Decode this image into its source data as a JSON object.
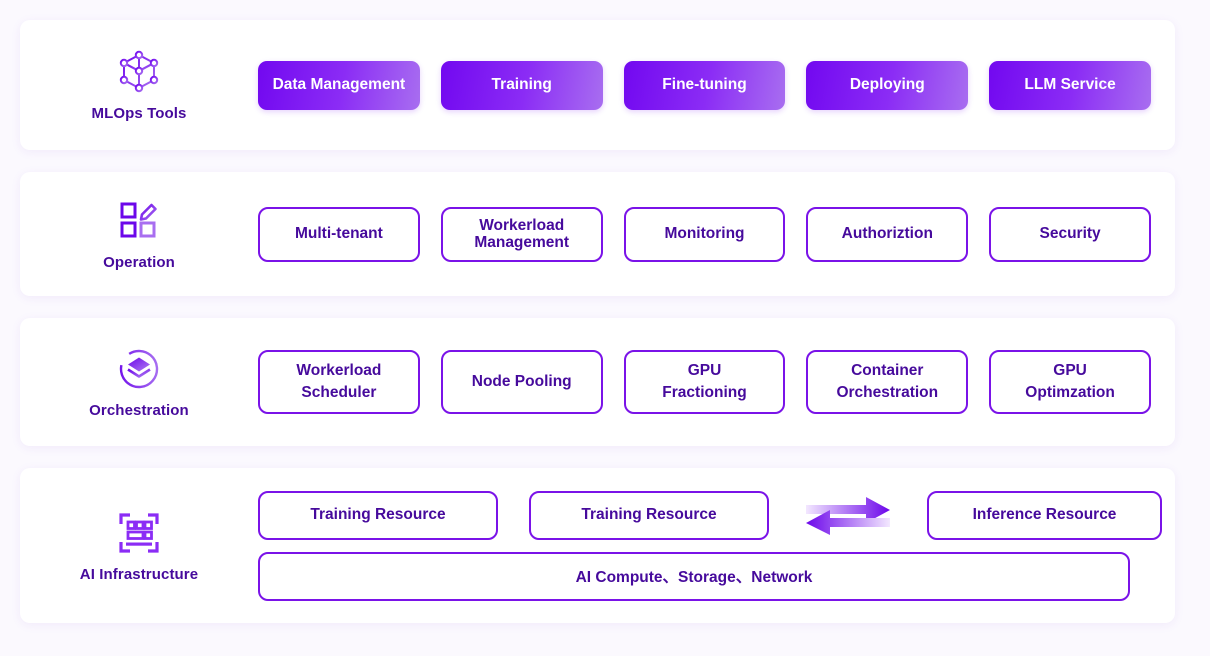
{
  "theme": {
    "page_background": "#fbf9fe",
    "card_background": "#ffffff",
    "accent_purple": "#7a13e8",
    "accent_deep": "#460a9c",
    "gradient_start": "#7208f0",
    "gradient_end": "#a86ef0",
    "chip_text_light": "#ffffff"
  },
  "rows": [
    {
      "id": "mlops",
      "icon_name": "network-cube-icon",
      "label": "MLOps Tools",
      "style": "gradient",
      "chips": [
        {
          "label": "Data Management"
        },
        {
          "label": "Training"
        },
        {
          "label": "Fine-tuning"
        },
        {
          "label": "Deploying"
        },
        {
          "label": "LLM Service"
        }
      ]
    },
    {
      "id": "operation",
      "icon_name": "edit-grid-icon",
      "label": "Operation",
      "style": "outline",
      "chips": [
        {
          "label": "Multi-tenant"
        },
        {
          "label": "Workerload\nManagement"
        },
        {
          "label": "Monitoring"
        },
        {
          "label": "Authoriztion"
        },
        {
          "label": "Security"
        }
      ]
    },
    {
      "id": "orchestration",
      "icon_name": "layers-circle-icon",
      "label": "Orchestration",
      "style": "outline",
      "chips": [
        {
          "label": "Workerload\nScheduler"
        },
        {
          "label": "Node Pooling"
        },
        {
          "label": "GPU\nFractioning"
        },
        {
          "label": "Container\nOrchestration"
        },
        {
          "label": "GPU\nOptimzation"
        }
      ]
    },
    {
      "id": "infrastructure",
      "icon_name": "server-rack-icon",
      "label": "AI Infrastructure",
      "style": "outline",
      "chips": [
        {
          "label": "Training Resource"
        },
        {
          "label": "Training Resource"
        },
        {
          "label": "Inference Resource"
        }
      ],
      "arrow_name": "bidirectional-exchange-arrow",
      "footer_chip": {
        "label": "AI Compute、Storage、Network"
      }
    }
  ]
}
